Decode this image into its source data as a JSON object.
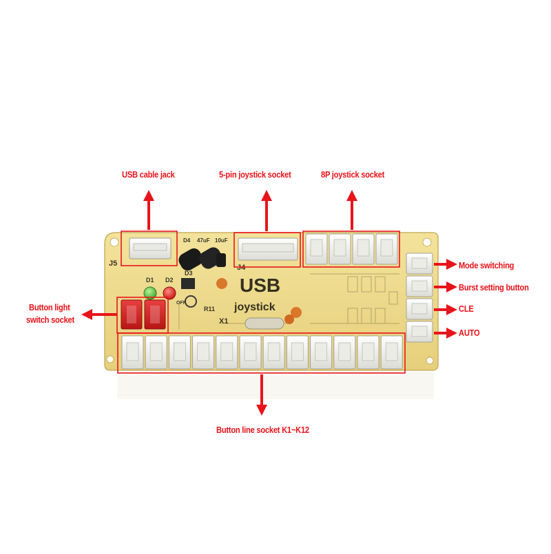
{
  "labels": {
    "usb_cable_jack": "USB cable jack",
    "five_pin_socket": "5-pin joystick socket",
    "eight_pin_socket": "8P joystick socket",
    "button_light_line1": "Button light",
    "button_light_line2": "switch socket",
    "mode_switching": "Mode switching",
    "burst_setting": "Burst setting button",
    "cle": "CLE",
    "auto": "AUTO",
    "button_line_socket": "Button line socket K1~K12"
  },
  "board": {
    "title_main": "USB",
    "title_sub": "joystick",
    "silkscreen": {
      "j5": "J5",
      "j4": "J4",
      "d1": "D1",
      "d2": "D2",
      "d3": "D3",
      "d4": "D4",
      "r11": "R11",
      "x1": "X1",
      "cap1": "47uF",
      "cap2": "10uF",
      "off": "OFF"
    }
  },
  "colors": {
    "annotation": "#e8141b",
    "pcb": "#eed98a",
    "connector": "#f2f2ee",
    "red_socket": "#d42020",
    "led_green": "#4ec33a",
    "led_red": "#e52020"
  },
  "counts": {
    "bottom_sockets": 12,
    "right_sockets": 4,
    "eight_pin_sockets": 4
  }
}
